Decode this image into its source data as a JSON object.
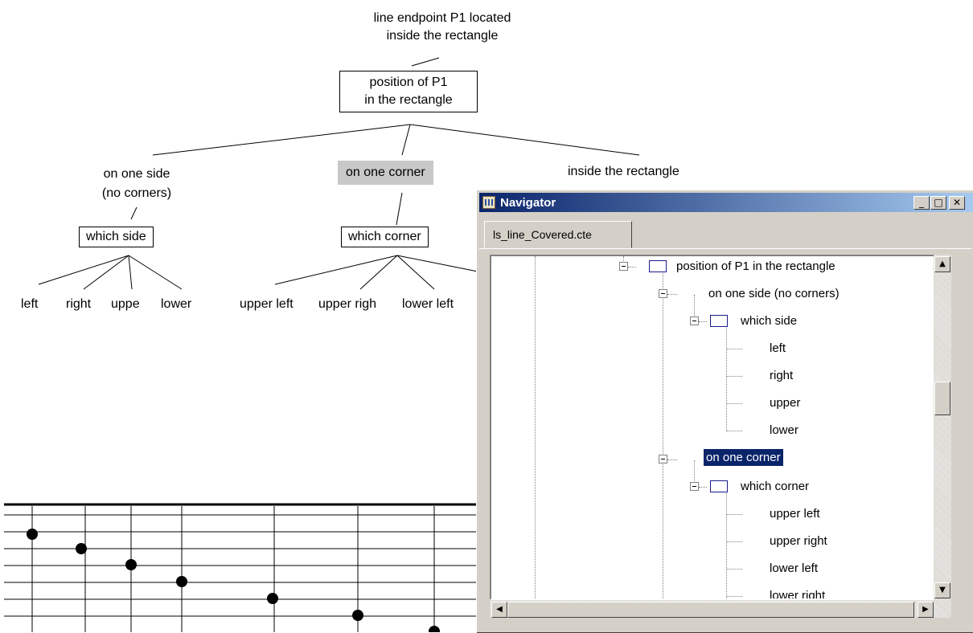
{
  "tree": {
    "root_label_line1": "line endpoint P1 located",
    "root_label_line2": "inside the rectangle",
    "position_box_line1": "position of P1",
    "position_box_line2": "in the rectangle",
    "class_side_line1": "on one side",
    "class_side_line2": "(no corners)",
    "class_corner": "on one corner",
    "class_inside": "inside the rectangle",
    "which_side": "which side",
    "which_corner": "which corner",
    "side_leaves": [
      "left",
      "right",
      "uppe",
      "lower"
    ],
    "corner_leaves": [
      "upper left",
      "upper righ",
      "lower left"
    ]
  },
  "navigator": {
    "title": "Navigator",
    "buttons": {
      "minimize": "_",
      "maximize": "□",
      "close": "✕"
    },
    "tab_label": "ls_line_Covered.cte",
    "nodes": [
      "position of P1 in the rectangle",
      "on one side (no corners)",
      "which side",
      "left",
      "right",
      "upper",
      "lower",
      "on one corner",
      "which corner",
      "upper left",
      "upper right",
      "lower left",
      "lower right"
    ],
    "selected_node": "on one corner",
    "scroll_up": "▲",
    "scroll_down": "▼",
    "scroll_left": "◀",
    "scroll_right": "▶"
  },
  "colors": {
    "titlebar_start": "#0a246a",
    "titlebar_end": "#a6caf0",
    "selection": "#0a246a",
    "highlight_class": "#c8c8c8",
    "window_face": "#d4d0c8"
  }
}
